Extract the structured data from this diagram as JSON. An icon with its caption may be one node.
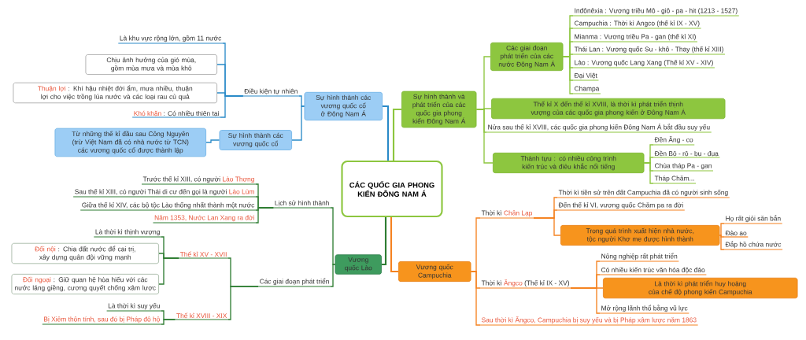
{
  "diagram": {
    "nodes": [
      {
        "text": [
          "CÁC QUỐC GIA PHONG KIẾN ĐÔNG NAM Á"
        ]
      },
      {
        "text": [
          "Sự hình thành các vương quốc cổ ở Đông Nam Á"
        ]
      },
      {
        "text": [
          "Điều kiện tự nhiên"
        ]
      },
      {
        "text": [
          "Là khu vực rộng lớn, gồm 11 nước"
        ]
      },
      {
        "text": [
          "Chịu ảnh hưởng của gió mùa, gồm mùa mưa và mùa khô"
        ]
      },
      {
        "text": [
          "Thuận lợi",
          ": Khí hậu nhiệt đới ẩm, mưa nhiều, thuận lợi cho việc trồng lúa nước và các loại rau củ quả"
        ]
      },
      {
        "text": [
          "Khó khăn",
          ": Có nhiều thiên tai"
        ]
      },
      {
        "text": [
          "Sự hình thành các vương quốc cổ"
        ]
      },
      {
        "text": [
          "Từ những thế kỉ đầu sau Công Nguyên (trừ Việt Nam đã có nhà nước từ TCN) các vương quốc cổ được thành lập"
        ]
      },
      {
        "text": [
          "Sự hình thành và phát triển của các quốc gia phong kiến Đông Nam Á"
        ]
      },
      {
        "text": [
          "Các giai đoạn phát triển của các nước Đông Nam Á"
        ]
      },
      {
        "text": [
          "Inđônêxia : Vương triều Mô - giô - pa - hit (1213 - 1527)"
        ]
      },
      {
        "text": [
          "Campuchia : Thời kì Angco (thế kỉ IX - XV)"
        ]
      },
      {
        "text": [
          "Mianma : Vương triều Pa - gan (thế kỉ XI)"
        ]
      },
      {
        "text": [
          "Thái Lan : Vương quốc Su - khô - Thay (thế kỉ XIII)"
        ]
      },
      {
        "text": [
          "Lào : Vương quốc Lang Xang (Thế kỉ XV - XIV)"
        ]
      },
      {
        "text": [
          "Đại Việt"
        ]
      },
      {
        "text": [
          "Champa"
        ]
      },
      {
        "text": [
          "Thế kỉ X đến thế kỉ XVIII, là thời kì phát triển thịnh vượng của các quốc gia phong kiến ở Đông Nam Á"
        ]
      },
      {
        "text": [
          "Nửa sau thế kỉ XVIII, các quốc gia phong kiến Đông Nam Á bắt đầu suy yếu"
        ]
      },
      {
        "text": [
          "Thành tựu : có nhiều công trình kiến trúc và điêu khắc nổi tiếng"
        ]
      },
      {
        "text": [
          "Đền Ăng - co"
        ]
      },
      {
        "text": [
          "Đền Bô - rô - bu - đua"
        ]
      },
      {
        "text": [
          "Chùa tháp Pa - gan"
        ]
      },
      {
        "text": [
          "Tháp Chăm..."
        ]
      },
      {
        "text": [
          "Vương quốc Lào"
        ]
      },
      {
        "text": [
          "Lịch sử hình thành"
        ]
      },
      {
        "text": [
          "Trước thế kỉ XIII, có người",
          "Lào Thơng"
        ]
      },
      {
        "text": [
          "Sau thế kỉ XIII, có người Thái di cư đến gọi là người",
          "Lào Lùm"
        ]
      },
      {
        "text": [
          "Giữa thế kỉ XIV, các bộ tộc Lào thống nhất thành một nước"
        ]
      },
      {
        "text": [
          "Năm 1353, Nước Lan Xang ra đời"
        ]
      },
      {
        "text": [
          "Các giai đoạn phát triển"
        ]
      },
      {
        "text": [
          "Thế kỉ XV - XVII"
        ]
      },
      {
        "text": [
          "Là thời kì thịnh vượng"
        ]
      },
      {
        "text": [
          "Đối nội",
          ": Chia đất nước để cai trị, xây dựng quân đội vững mạnh"
        ]
      },
      {
        "text": [
          "Đối ngoại",
          ": Giữ quan hệ hòa hiếu với các nước láng giềng, cương quyết chống xâm lược"
        ]
      },
      {
        "text": [
          "Thế kỉ XVIII - XIX"
        ]
      },
      {
        "text": [
          "Là thời kì suy yếu"
        ]
      },
      {
        "text": [
          "Bị Xiêm thôn tính, sau đó bị Pháp đô hộ"
        ]
      },
      {
        "text": [
          "Vương quốc Campuchia"
        ]
      },
      {
        "text": [
          "Thời kì",
          "Chân Lạp"
        ]
      },
      {
        "text": [
          "Thời kì tiền sử trên đất Campuchia đã có người sinh sống"
        ]
      },
      {
        "text": [
          "Đến thế kỉ VI, vương quốc Chăm pa ra đời"
        ]
      },
      {
        "text": [
          "Trong quá trình xuất hiện nhà nước, tộc người Khơ me được hình thành"
        ]
      },
      {
        "text": [
          "Họ rất giỏi săn bắn"
        ]
      },
      {
        "text": [
          "Đào ao"
        ]
      },
      {
        "text": [
          "Đắp hồ chứa nước"
        ]
      },
      {
        "text": [
          "Thời kì",
          "Ăngco",
          "(Thế kỉ IX - XV)"
        ]
      },
      {
        "text": [
          "Nông nghiệp rất phát triển"
        ]
      },
      {
        "text": [
          "Có nhiều kiến trúc văn hóa độc đáo"
        ]
      },
      {
        "text": [
          "Là thời kì phát triển huy hoàng của chế độ phong kiến Campuchia"
        ]
      },
      {
        "text": [
          "Mở rộng lãnh thổ bằng vũ lực"
        ]
      },
      {
        "text": [
          "Sau thời kì Ăngco, Campuchia bị suy yếu và bị Pháp xâm lược năm 1863"
        ]
      }
    ],
    "edges": [
      {
        "from": 0,
        "to": 1,
        "arrow": "none",
        "color": "#2a8ac8"
      },
      {
        "from": 1,
        "to": 2,
        "arrow": "none",
        "color": "#2a8ac8"
      },
      {
        "from": 2,
        "to": 3,
        "arrow": "none",
        "color": "#2a8ac8"
      },
      {
        "from": 2,
        "to": 4,
        "arrow": "none",
        "color": "#2a8ac8"
      },
      {
        "from": 2,
        "to": 5,
        "arrow": "none",
        "color": "#2a8ac8"
      },
      {
        "from": 2,
        "to": 6,
        "arrow": "none",
        "color": "#2a8ac8"
      },
      {
        "from": 1,
        "to": 7,
        "arrow": "none",
        "color": "#2a8ac8"
      },
      {
        "from": 7,
        "to": 8,
        "arrow": "none",
        "color": "#2a8ac8"
      },
      {
        "from": 0,
        "to": 9,
        "arrow": "none",
        "color": "#8dc63f"
      },
      {
        "from": 9,
        "to": 10,
        "arrow": "none",
        "color": "#8dc63f"
      },
      {
        "from": 10,
        "to": 11,
        "arrow": "none",
        "color": "#8dc63f"
      },
      {
        "from": 10,
        "to": 12,
        "arrow": "none",
        "color": "#8dc63f"
      },
      {
        "from": 10,
        "to": 13,
        "arrow": "none",
        "color": "#8dc63f"
      },
      {
        "from": 10,
        "to": 14,
        "arrow": "none",
        "color": "#8dc63f"
      },
      {
        "from": 10,
        "to": 15,
        "arrow": "none",
        "color": "#8dc63f"
      },
      {
        "from": 10,
        "to": 16,
        "arrow": "none",
        "color": "#8dc63f"
      },
      {
        "from": 10,
        "to": 17,
        "arrow": "none",
        "color": "#8dc63f"
      },
      {
        "from": 9,
        "to": 18,
        "arrow": "none",
        "color": "#8dc63f"
      },
      {
        "from": 9,
        "to": 19,
        "arrow": "none",
        "color": "#8dc63f"
      },
      {
        "from": 9,
        "to": 20,
        "arrow": "none",
        "color": "#8dc63f"
      },
      {
        "from": 20,
        "to": 21,
        "arrow": "none",
        "color": "#8dc63f"
      },
      {
        "from": 20,
        "to": 22,
        "arrow": "none",
        "color": "#8dc63f"
      },
      {
        "from": 20,
        "to": 23,
        "arrow": "none",
        "color": "#8dc63f"
      },
      {
        "from": 20,
        "to": 24,
        "arrow": "none",
        "color": "#8dc63f"
      },
      {
        "from": 0,
        "to": 25,
        "arrow": "none",
        "color": "#2e7d32"
      },
      {
        "from": 25,
        "to": 26,
        "arrow": "none",
        "color": "#2e7d32"
      },
      {
        "from": 26,
        "to": 27,
        "arrow": "none",
        "color": "#2e7d32"
      },
      {
        "from": 26,
        "to": 28,
        "arrow": "none",
        "color": "#2e7d32"
      },
      {
        "from": 26,
        "to": 29,
        "arrow": "none",
        "color": "#2e7d32"
      },
      {
        "from": 26,
        "to": 30,
        "arrow": "none",
        "color": "#2e7d32"
      },
      {
        "from": 25,
        "to": 31,
        "arrow": "none",
        "color": "#2e7d32"
      },
      {
        "from": 31,
        "to": 32,
        "arrow": "none",
        "color": "#2e7d32"
      },
      {
        "from": 32,
        "to": 33,
        "arrow": "none",
        "color": "#2e7d32"
      },
      {
        "from": 32,
        "to": 34,
        "arrow": "none",
        "color": "#2e7d32"
      },
      {
        "from": 32,
        "to": 35,
        "arrow": "none",
        "color": "#2e7d32"
      },
      {
        "from": 31,
        "to": 36,
        "arrow": "none",
        "color": "#2e7d32"
      },
      {
        "from": 36,
        "to": 37,
        "arrow": "none",
        "color": "#2e7d32"
      },
      {
        "from": 36,
        "to": 38,
        "arrow": "none",
        "color": "#2e7d32"
      },
      {
        "from": 0,
        "to": 39,
        "arrow": "none",
        "color": "#f58220"
      },
      {
        "from": 39,
        "to": 40,
        "arrow": "none",
        "color": "#f58220"
      },
      {
        "from": 40,
        "to": 41,
        "arrow": "none",
        "color": "#f58220"
      },
      {
        "from": 40,
        "to": 42,
        "arrow": "none",
        "color": "#f58220"
      },
      {
        "from": 40,
        "to": 43,
        "arrow": "none",
        "color": "#f58220"
      },
      {
        "from": 43,
        "to": 44,
        "arrow": "none",
        "color": "#f58220"
      },
      {
        "from": 43,
        "to": 45,
        "arrow": "none",
        "color": "#f58220"
      },
      {
        "from": 43,
        "to": 46,
        "arrow": "none",
        "color": "#f58220"
      },
      {
        "from": 39,
        "to": 47,
        "arrow": "none",
        "color": "#f58220"
      },
      {
        "from": 47,
        "to": 48,
        "arrow": "none",
        "color": "#f58220"
      },
      {
        "from": 47,
        "to": 49,
        "arrow": "none",
        "color": "#f58220"
      },
      {
        "from": 47,
        "to": 50,
        "arrow": "none",
        "color": "#f58220"
      },
      {
        "from": 47,
        "to": 51,
        "arrow": "none",
        "color": "#f58220"
      },
      {
        "from": 39,
        "to": 52,
        "arrow": "none",
        "color": "#f58220"
      }
    ]
  }
}
